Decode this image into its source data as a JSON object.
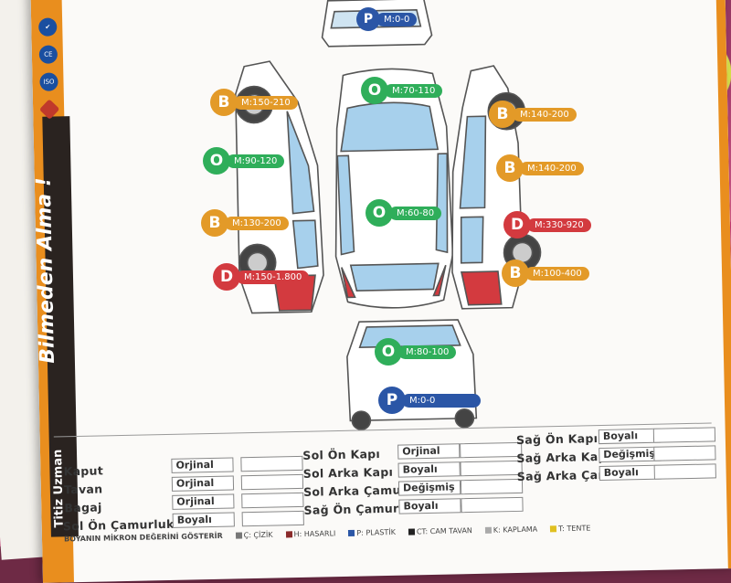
{
  "sidebar": {
    "title": "Bilmeden Alma !",
    "brand": "Titiz Uzman",
    "logos": [
      "iso-logo",
      "ce-logo",
      "check-logo"
    ]
  },
  "markers": [
    {
      "letter": "P",
      "label": "M:0-0",
      "color": "#2b56a6",
      "part": "front-bumper"
    },
    {
      "letter": "O",
      "label": "M:70-110",
      "color": "#2fae5a",
      "part": "hood"
    },
    {
      "letter": "B",
      "label": "M:150-210",
      "color": "#e39a28",
      "part": "left-front-fender"
    },
    {
      "letter": "B",
      "label": "M:140-200",
      "color": "#e39a28",
      "part": "right-front-fender"
    },
    {
      "letter": "O",
      "label": "M:90-120",
      "color": "#2fae5a",
      "part": "left-front-door"
    },
    {
      "letter": "B",
      "label": "M:140-200",
      "color": "#e39a28",
      "part": "right-front-door"
    },
    {
      "letter": "O",
      "label": "M:60-80",
      "color": "#2fae5a",
      "part": "roof"
    },
    {
      "letter": "B",
      "label": "M:130-200",
      "color": "#e39a28",
      "part": "left-rear-door"
    },
    {
      "letter": "D",
      "label": "M:330-920",
      "color": "#d33a3f",
      "part": "right-rear-door"
    },
    {
      "letter": "D",
      "label": "M:150-1.800",
      "color": "#d33a3f",
      "part": "left-rear-fender"
    },
    {
      "letter": "B",
      "label": "M:100-400",
      "color": "#e39a28",
      "part": "right-rear-fender"
    },
    {
      "letter": "O",
      "label": "M:80-100",
      "color": "#2fae5a",
      "part": "trunk"
    },
    {
      "letter": "P",
      "label": "M:0-0",
      "color": "#2b56a6",
      "part": "rear-bumper"
    }
  ],
  "table": {
    "col1": [
      {
        "label": "Kaput",
        "value": "Orjinal"
      },
      {
        "label": "Tavan",
        "value": "Orjinal"
      },
      {
        "label": "Bagaj",
        "value": "Orjinal"
      },
      {
        "label": "Sol Ön Çamurluk",
        "value": "Boyalı"
      }
    ],
    "col2": [
      {
        "label": "Sol Ön Kapı",
        "value": "Orjinal"
      },
      {
        "label": "Sol Arka Kapı",
        "value": "Boyalı"
      },
      {
        "label": "Sol Arka Çamurluk",
        "value": "Değişmiş"
      },
      {
        "label": "Sağ Ön Çamurluk",
        "value": "Boyalı"
      }
    ],
    "col3": [
      {
        "label": "Sağ Ön Kapı",
        "value": "Boyalı"
      },
      {
        "label": "Sağ Arka Kapı",
        "value": "Değişmiş"
      },
      {
        "label": "Sağ Arka Çamurluk",
        "value": "Boyalı"
      }
    ]
  },
  "footer": {
    "note": "BOYANIN MİKRON DEĞERİNİ GÖSTERİR",
    "legend": [
      {
        "label": "Ç: ÇİZİK",
        "color": "#777777"
      },
      {
        "label": "H: HASARLI",
        "color": "#8a2a2a"
      },
      {
        "label": "P: PLASTİK",
        "color": "#2b56a6"
      },
      {
        "label": "CT: CAM TAVAN",
        "color": "#222222"
      },
      {
        "label": "K: KAPLAMA",
        "color": "#aaaaaa"
      },
      {
        "label": "T: TENTE",
        "color": "#e0c020"
      }
    ]
  }
}
